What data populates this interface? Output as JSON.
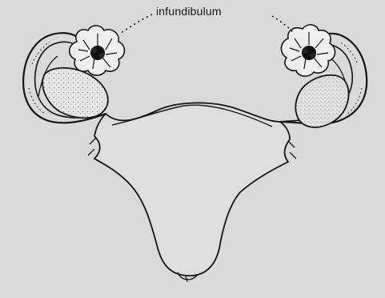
{
  "diagram": {
    "labels": {
      "infundibulum": "infundibulum"
    },
    "parts": [
      "uterus",
      "left-fallopian-tube",
      "right-fallopian-tube",
      "left-ovary",
      "right-ovary",
      "left-fimbriae",
      "right-fimbriae",
      "cervix"
    ],
    "colors": {
      "background": "#dadada",
      "ink": "#151515",
      "ovary_fill": "#e8e8e8"
    }
  }
}
